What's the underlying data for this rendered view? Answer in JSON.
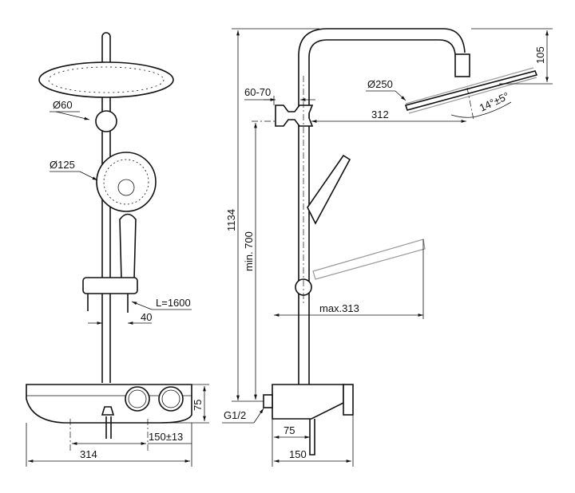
{
  "front_view": {
    "overhead_diameter": "Ø60",
    "hand_shower_diameter": "Ø125",
    "hose_length": "L=1600",
    "handle_offset": "40",
    "thermostat_height": "75",
    "inlet_spacing": "150±13",
    "thermostat_width": "314"
  },
  "side_view": {
    "total_height": "1134",
    "min_inlet_height": "min. 700",
    "wall_bracket_distance": "60-70",
    "head_diameter": "Ø250",
    "arm_projection": "312",
    "tilt_angle": "14°±5°",
    "head_drop": "105",
    "hand_shower_reach": "max.313",
    "connection_thread": "G1/2",
    "outlet_distance": "75",
    "thermostat_depth": "150"
  },
  "colors": {
    "line": "#111111",
    "ghost": "#999999"
  }
}
